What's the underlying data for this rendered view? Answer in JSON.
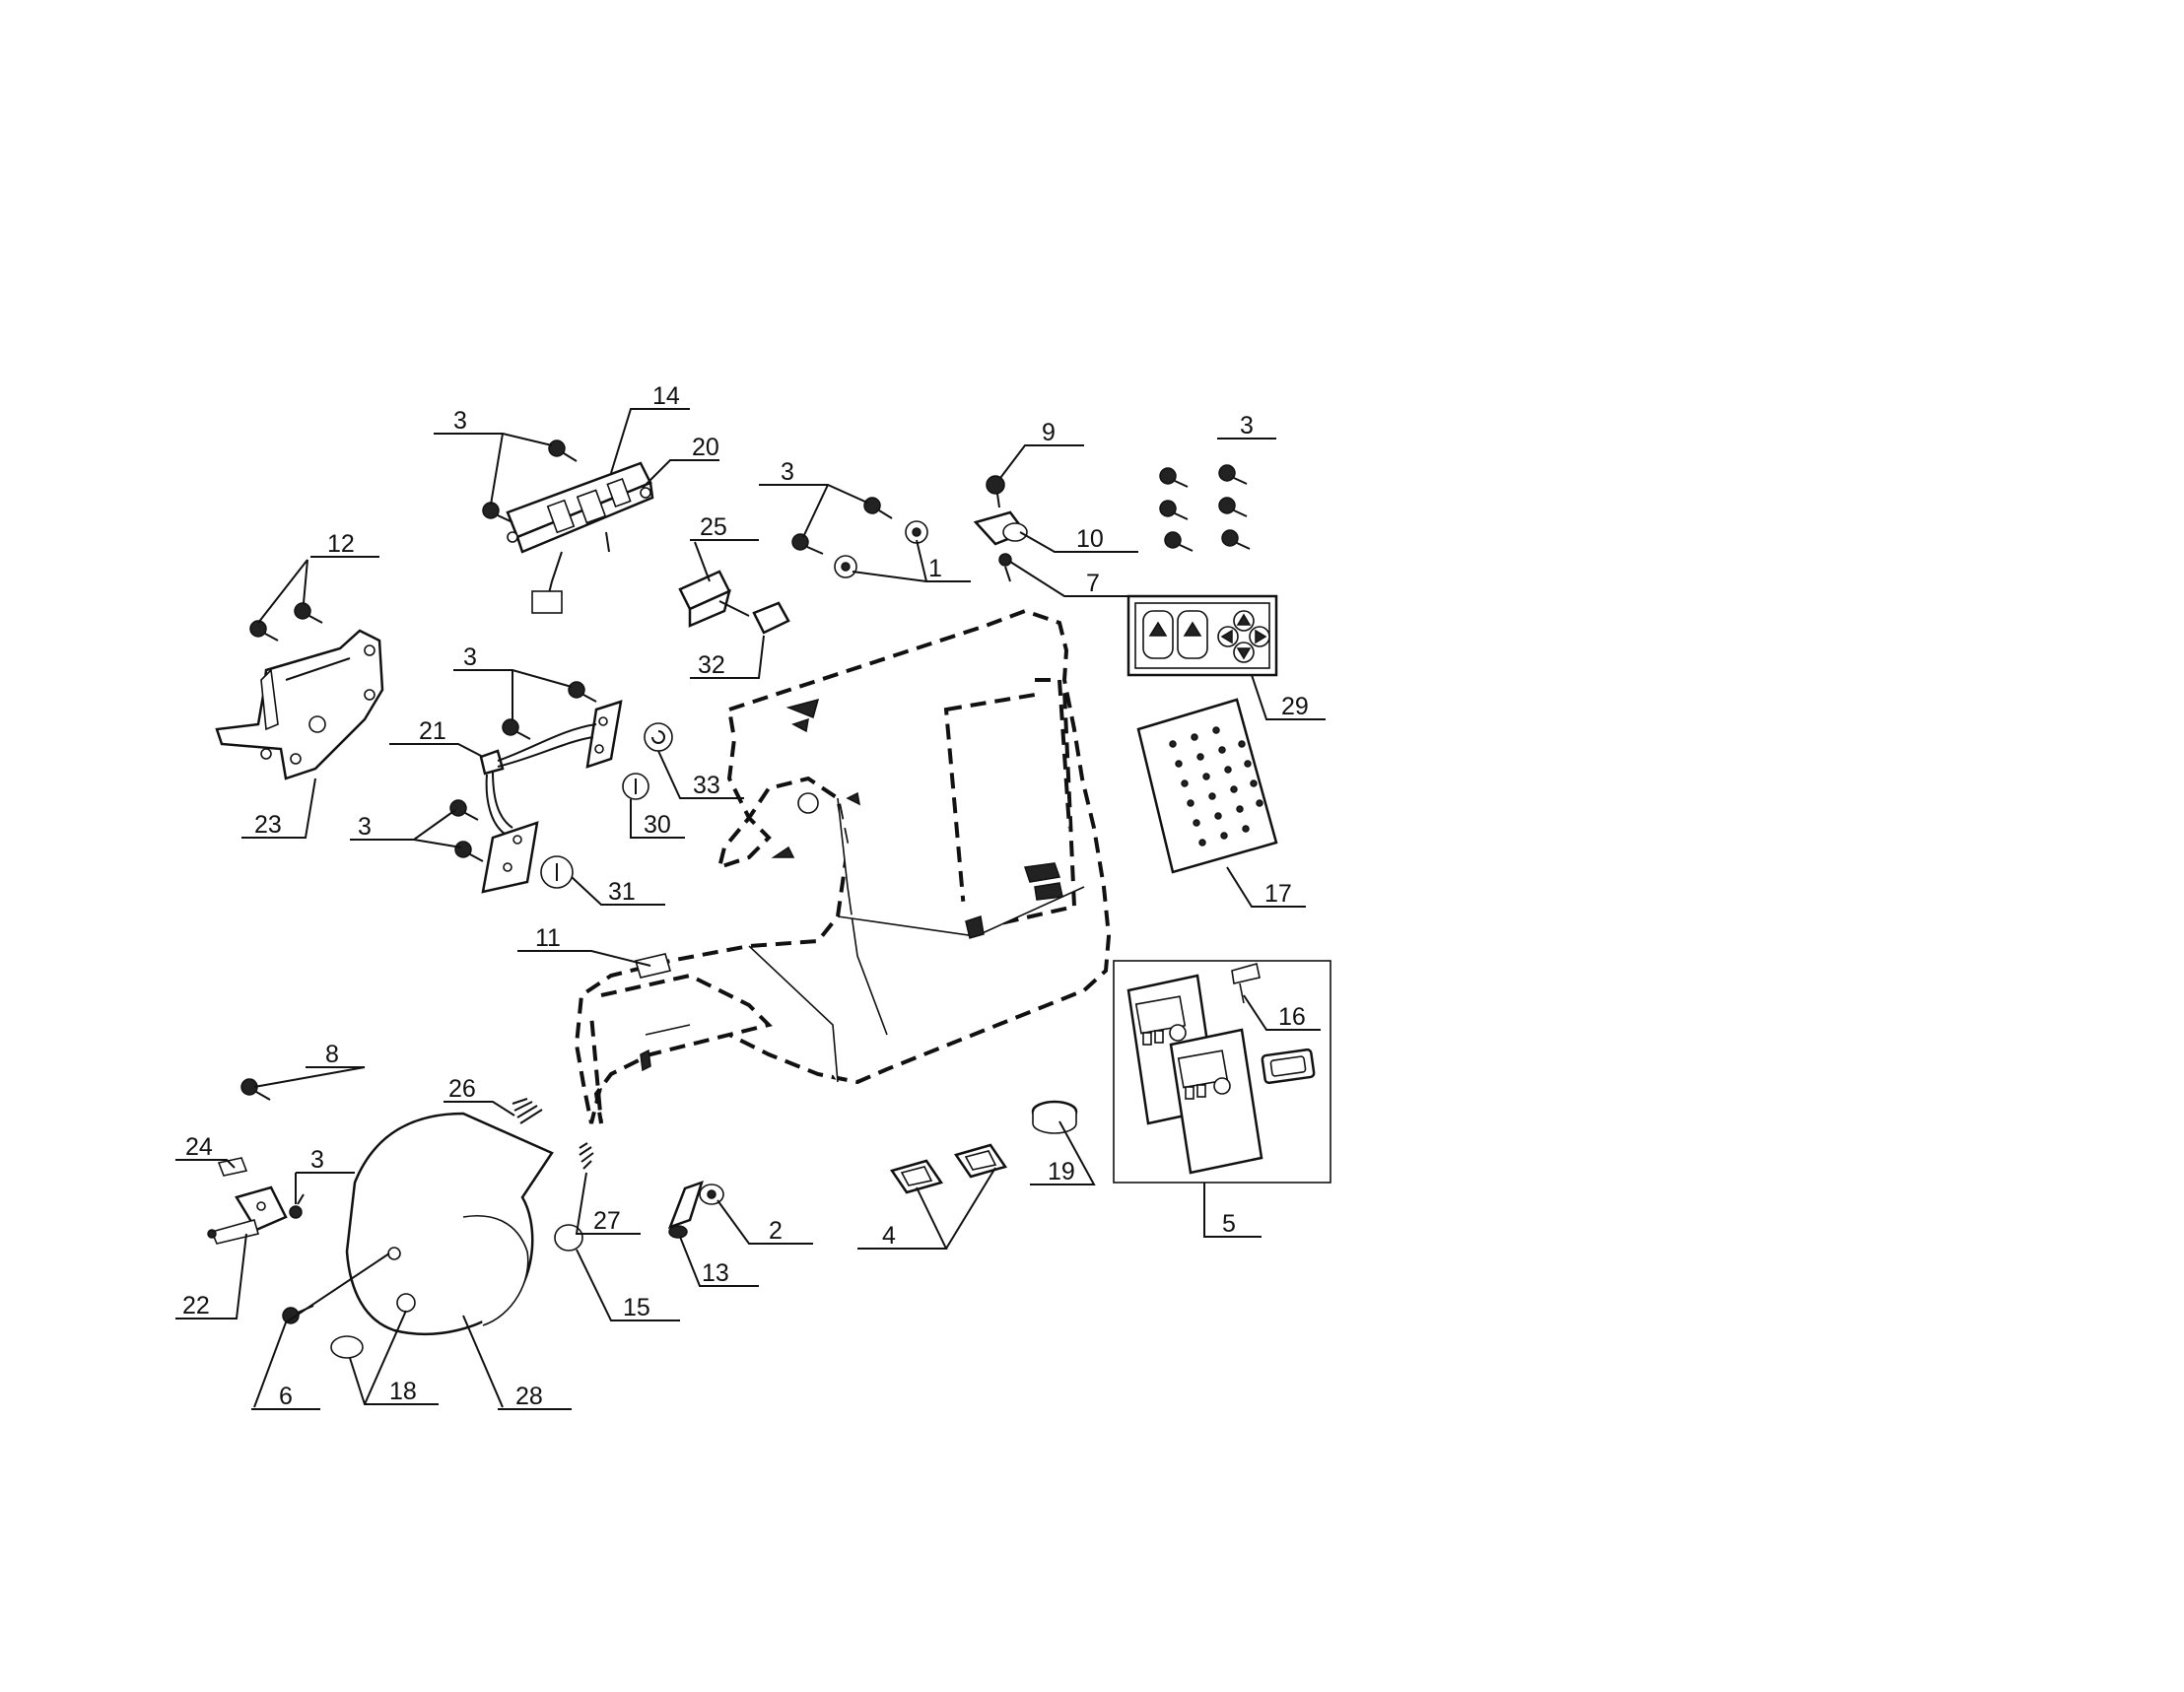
{
  "diagram": {
    "background": "#ffffff",
    "ink": "#111111",
    "callouts": [
      {
        "id": "c-14",
        "text": "14"
      },
      {
        "id": "c-3a",
        "text": "3"
      },
      {
        "id": "c-20",
        "text": "20"
      },
      {
        "id": "c-3b",
        "text": "3"
      },
      {
        "id": "c-25",
        "text": "25"
      },
      {
        "id": "c-1",
        "text": "1"
      },
      {
        "id": "c-32",
        "text": "32"
      },
      {
        "id": "c-9",
        "text": "9"
      },
      {
        "id": "c-10",
        "text": "10"
      },
      {
        "id": "c-7",
        "text": "7"
      },
      {
        "id": "c-3c",
        "text": "3"
      },
      {
        "id": "c-29",
        "text": "29"
      },
      {
        "id": "c-12",
        "text": "12"
      },
      {
        "id": "c-23",
        "text": "23"
      },
      {
        "id": "c-3d",
        "text": "3"
      },
      {
        "id": "c-21",
        "text": "21"
      },
      {
        "id": "c-33",
        "text": "33"
      },
      {
        "id": "c-30",
        "text": "30"
      },
      {
        "id": "c-3e",
        "text": "3"
      },
      {
        "id": "c-31",
        "text": "31"
      },
      {
        "id": "c-17",
        "text": "17"
      },
      {
        "id": "c-11",
        "text": "11"
      },
      {
        "id": "c-16",
        "text": "16"
      },
      {
        "id": "c-8",
        "text": "8"
      },
      {
        "id": "c-26",
        "text": "26"
      },
      {
        "id": "c-24",
        "text": "24"
      },
      {
        "id": "c-3f",
        "text": "3"
      },
      {
        "id": "c-27",
        "text": "27"
      },
      {
        "id": "c-2",
        "text": "2"
      },
      {
        "id": "c-19",
        "text": "19"
      },
      {
        "id": "c-4",
        "text": "4"
      },
      {
        "id": "c-13",
        "text": "13"
      },
      {
        "id": "c-22",
        "text": "22"
      },
      {
        "id": "c-15",
        "text": "15"
      },
      {
        "id": "c-5",
        "text": "5"
      },
      {
        "id": "c-6",
        "text": "6"
      },
      {
        "id": "c-18",
        "text": "18"
      },
      {
        "id": "c-28",
        "text": "28"
      }
    ]
  }
}
